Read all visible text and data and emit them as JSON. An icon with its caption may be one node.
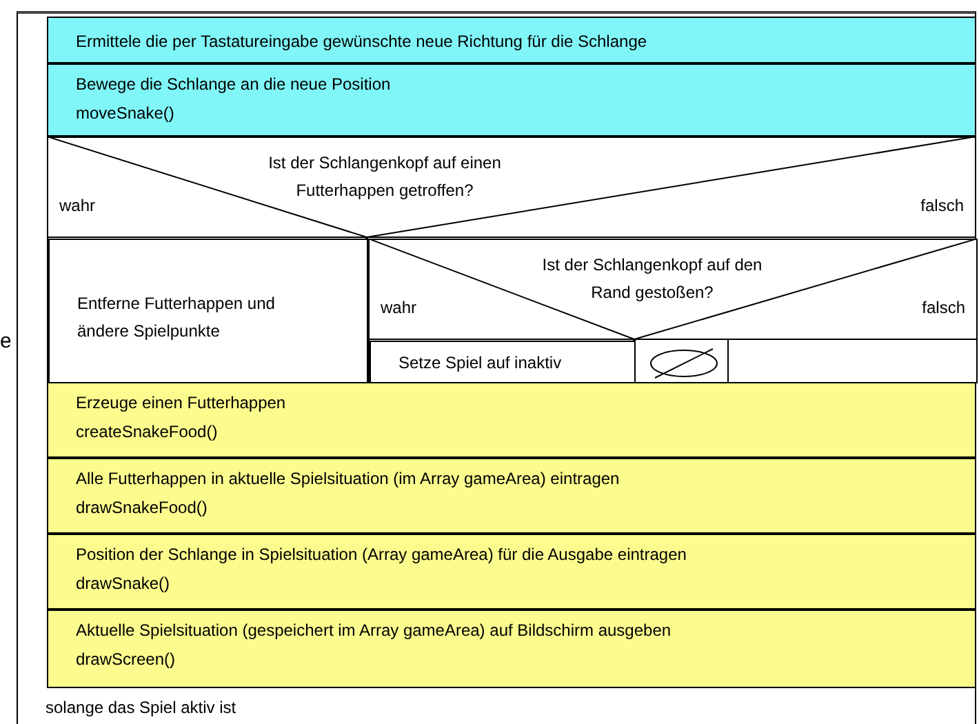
{
  "diagram": {
    "nodes": [
      {
        "text": [
          "solange das Spiel aktiv ist"
        ]
      },
      {
        "text": [
          "Ermittele die per Tastatureingabe gewünschte neue Richtung für die Schlange"
        ],
        "in": 0
      },
      {
        "text": [
          "Bewege die Schlange an die neue Position",
          "moveSnake()"
        ],
        "in": 0
      },
      {
        "text": [
          "Ist der Schlangenkopf auf einen Futterhappen getroffen?",
          "wahr",
          "falsch"
        ],
        "in": 0
      },
      {
        "text": [
          "Entferne Futterhappen und ändere Spielpunkte"
        ],
        "in": 3
      },
      {
        "text": [
          "Ist der Schlangenkopf auf den Rand gestoßen?",
          "wahr",
          "falsch"
        ],
        "in": 3
      },
      {
        "text": [
          "Setze Spiel auf inaktiv"
        ],
        "in": 5
      },
      {
        "text": [],
        "shape": "circle",
        "in": 5
      },
      {
        "text": [
          "Erzeuge einen Futterhappen",
          "createSnakeFood()"
        ],
        "in": 0
      },
      {
        "text": [
          "Alle Futterhappen in aktuelle Spielsituation (im Array gameArea) eintragen",
          "drawSnakeFood()"
        ],
        "in": 0
      },
      {
        "text": [
          "Position der Schlange in Spielsituation (Array gameArea) für die Ausgabe eintragen",
          "drawSnake()"
        ],
        "in": 0
      },
      {
        "text": [
          "Aktuelle Spielsituation (gespeichert im Array gameArea) auf Bildschirm ausgeben",
          "drawScreen()"
        ],
        "in": 0
      }
    ],
    "labels": [
      "e"
    ]
  }
}
